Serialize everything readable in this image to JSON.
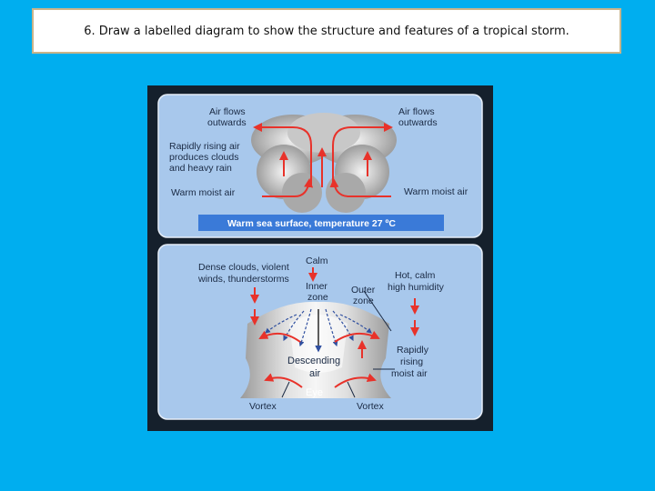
{
  "title": "6. Draw a labelled diagram to show the structure and features of a tropical storm.",
  "colors": {
    "background": "#00aeef",
    "panel": "#a8c8ec",
    "arrow": "#e8322a",
    "inner_arrow": "#3050a0",
    "sea_bar": "#3a7ad8"
  },
  "diagram": {
    "top": {
      "air_out_left": [
        "Air flows",
        "outwards"
      ],
      "air_out_right": [
        "Air flows",
        "outwards"
      ],
      "rising_air": [
        "Rapidly rising air",
        "produces clouds",
        "and heavy rain"
      ],
      "warm_air_left": "Warm moist air",
      "warm_air_right": "Warm moist air",
      "sea_surface": "Warm sea surface, temperature 27 ºC"
    },
    "bottom": {
      "dense_clouds": [
        "Dense clouds, violent",
        "winds, thunderstorms"
      ],
      "calm": "Calm",
      "inner_zone": [
        "Inner",
        "zone"
      ],
      "outer_zone": [
        "Outer",
        "zone"
      ],
      "hot_calm": [
        "Hot, calm",
        "high humidity"
      ],
      "descending_air": [
        "Descending",
        "air"
      ],
      "rising_moist": [
        "Rapidly",
        "rising",
        "moist air"
      ],
      "eye": "Eye",
      "vortex_left": "Vortex",
      "vortex_right": "Vortex"
    }
  }
}
